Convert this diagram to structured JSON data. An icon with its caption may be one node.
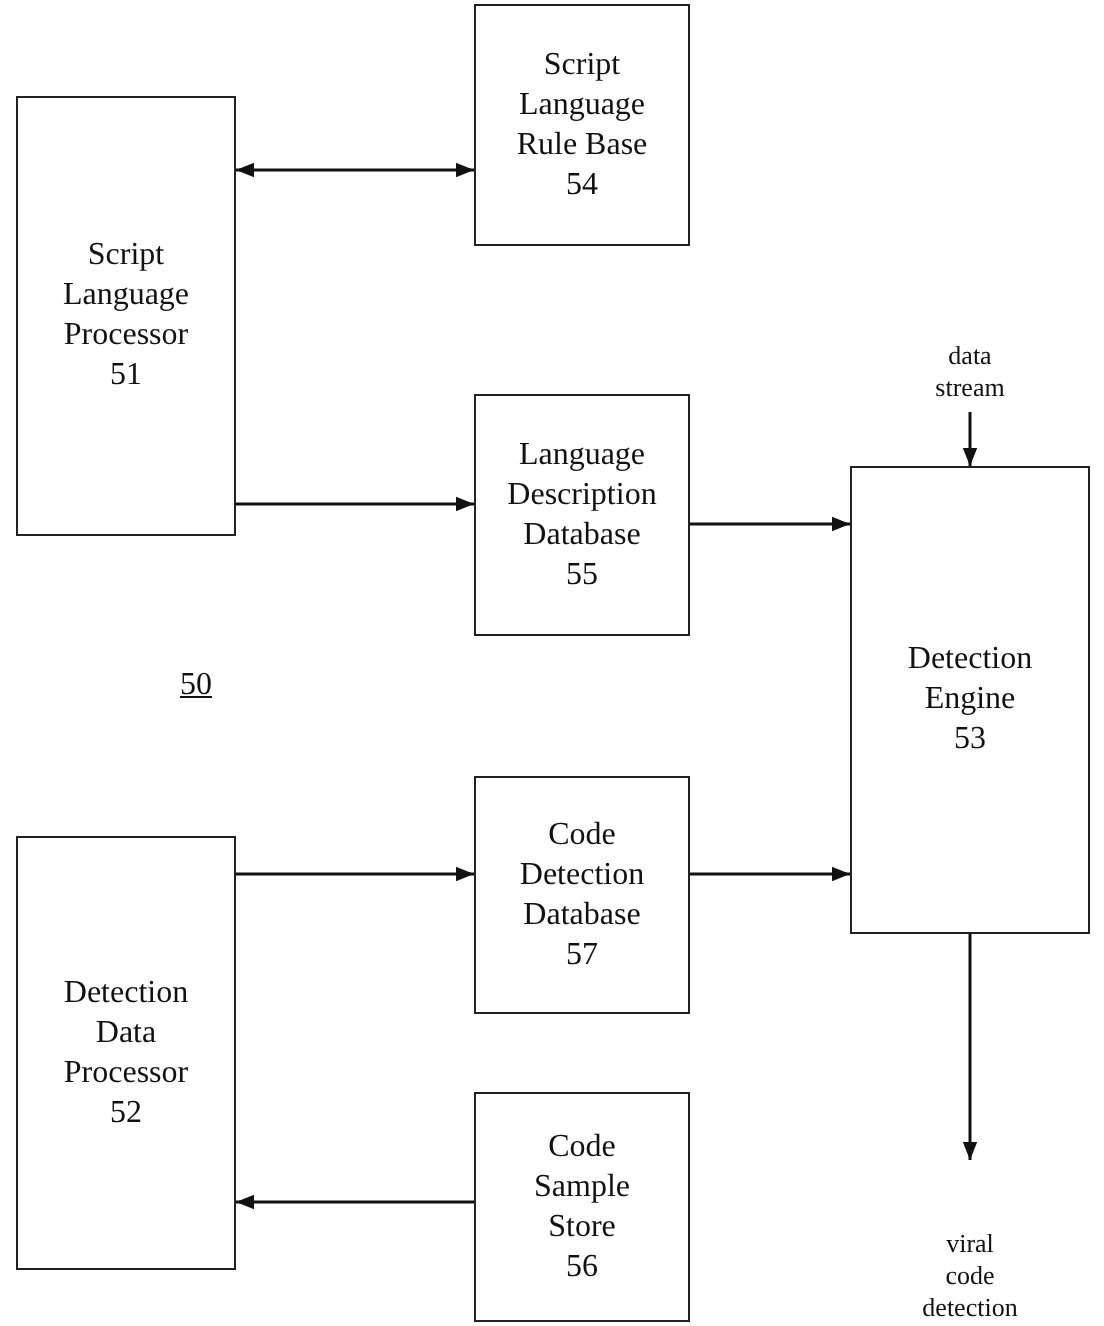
{
  "diagram": {
    "nodes": [
      {
        "text": [
          "Script Language Processor",
          "51"
        ]
      },
      {
        "text": [
          "Script Language Rule Base",
          "54"
        ]
      },
      {
        "text": [
          "Language Description Database",
          "55"
        ]
      },
      {
        "text": [
          "Detection Engine",
          "53"
        ]
      },
      {
        "text": [
          "Code Detection Database",
          "57"
        ]
      },
      {
        "text": [
          "Detection Data Processor",
          "52"
        ]
      },
      {
        "text": [
          "Code Sample Store",
          "56"
        ]
      },
      {
        "text": [
          "data stream"
        ]
      },
      {
        "text": [
          "viral code detection"
        ]
      }
    ],
    "edges": [
      {
        "from": 0,
        "to": 1,
        "arrow": "both"
      },
      {
        "from": 0,
        "to": 2,
        "arrow": "to"
      },
      {
        "from": 2,
        "to": 3,
        "arrow": "to"
      },
      {
        "from": 5,
        "to": 4,
        "arrow": "to"
      },
      {
        "from": 4,
        "to": 3,
        "arrow": "to"
      },
      {
        "from": 6,
        "to": 5,
        "arrow": "to"
      },
      {
        "from": 7,
        "to": 3,
        "arrow": "to"
      },
      {
        "from": 3,
        "to": 8,
        "arrow": "to"
      }
    ],
    "labels": [
      "50"
    ]
  }
}
